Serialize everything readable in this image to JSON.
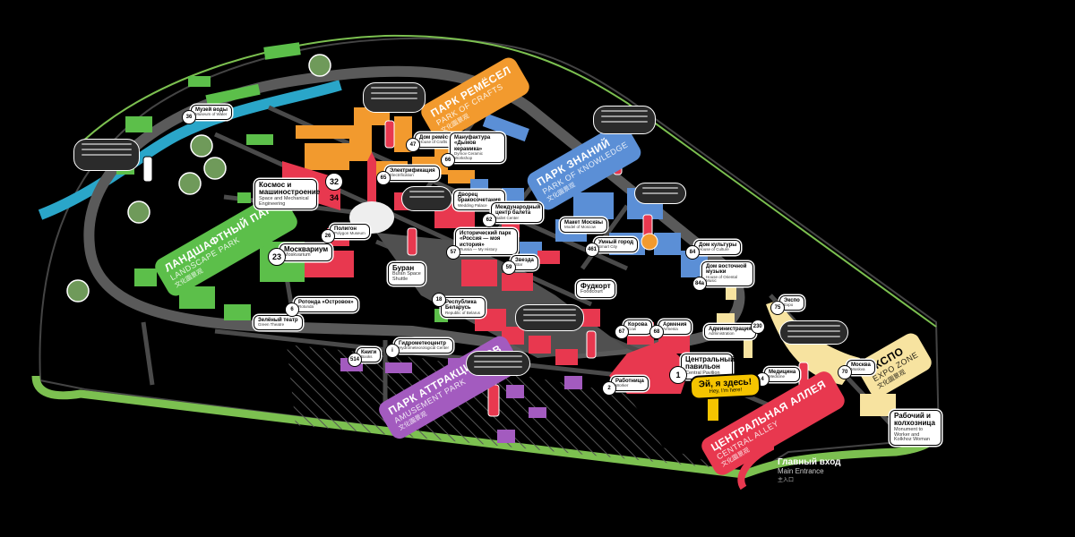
{
  "map": {
    "colors": {
      "landscape": "#5cbf4a",
      "crafts": "#f29a2e",
      "knowledge": "#5b8fd6",
      "amusement": "#a35bbf",
      "central": "#e8384f",
      "expo": "#f7e3a0",
      "road": "#5a5a5a",
      "water": "#2aa6c9",
      "boundary": "#7cc050"
    },
    "zones": [
      {
        "id": "landscape",
        "ru": "ЛАНДШАФТНЫЙ ПАРК",
        "en": "LANDSCAPE PARK",
        "zh": "文化園景观"
      },
      {
        "id": "crafts",
        "ru": "ПАРК РЕМЁСЕЛ",
        "en": "PARK OF CRAFTS",
        "zh": "文化園景观"
      },
      {
        "id": "knowledge",
        "ru": "ПАРК ЗНАНИЙ",
        "en": "PARK OF KNOWLEDGE",
        "zh": "文化園景观"
      },
      {
        "id": "amusement",
        "ru": "ПАРК АТТРАКЦИОНОВ",
        "en": "AMUSEMENT PARK",
        "zh": "文化園景观"
      },
      {
        "id": "central",
        "ru": "ЦЕНТРАЛЬНАЯ АЛЛЕЯ",
        "en": "CENTRAL ALLEY",
        "zh": "文化園景观"
      },
      {
        "id": "expo",
        "ru": "ЭКСПО",
        "en": "EXPO ZONE",
        "zh": "文化園景观"
      }
    ],
    "places": [
      {
        "num": "36",
        "ru": "Музей воды",
        "en": "Museum of Water"
      },
      {
        "num": "32 34",
        "ru": "Космос и машиностроение",
        "en": "Space and Mechanical Engineering"
      },
      {
        "num": "23",
        "ru": "Москвариум",
        "en": "Moskvarium"
      },
      {
        "num": "26",
        "ru": "Полигон",
        "en": "Polygon Museum"
      },
      {
        "num": "65",
        "ru": "Электрификация",
        "en": "Electrification"
      },
      {
        "num": "47",
        "ru": "Дом ремёсел",
        "en": "House of Crafts"
      },
      {
        "num": "66",
        "ru": "Мануфактура «Дымов керамика»",
        "en": "Dymov Ceramic Workshop"
      },
      {
        "num": "",
        "ru": "Буран",
        "en": "Buran Space Shuttle"
      },
      {
        "num": "57",
        "ru": "Исторический парк «Россия — моя история»",
        "en": "Russia — My History"
      },
      {
        "num": "",
        "ru": "Дворец бракосочетания",
        "en": "Wedding Palace"
      },
      {
        "num": "62",
        "ru": "Международный центр балета",
        "en": "Ballet Center"
      },
      {
        "num": "",
        "ru": "Макет Москвы",
        "en": "Model of Moscow"
      },
      {
        "num": "461",
        "ru": "Умный город",
        "en": "Smart City"
      },
      {
        "num": "84",
        "ru": "Дом культуры",
        "en": "House of Culture"
      },
      {
        "num": "84a",
        "ru": "Дом восточной музыки",
        "en": "House of Oriental Music"
      },
      {
        "num": "",
        "ru": "Фудкорт",
        "en": "Foodcourt"
      },
      {
        "num": "67",
        "ru": "Корова",
        "en": "Cow"
      },
      {
        "num": "68",
        "ru": "Армения",
        "en": "Armenia"
      },
      {
        "num": "1",
        "ru": "Центральный павильон",
        "en": "Central Pavilion"
      },
      {
        "num": "2",
        "ru": "Работница",
        "en": "Worker"
      },
      {
        "num": "230",
        "ru": "Администрация",
        "en": "Administration"
      },
      {
        "num": "75",
        "ru": "Экспо",
        "en": "Expo"
      },
      {
        "num": "70",
        "ru": "Москва",
        "en": "Moskva"
      },
      {
        "num": "4",
        "ru": "Медицина",
        "en": "Medicine"
      },
      {
        "num": "",
        "ru": "Рабочий и колхозница",
        "en": "Monument to Worker and Kolkhoz Woman"
      },
      {
        "num": "18",
        "ru": "Республика Беларусь",
        "en": "Republic of Belarus"
      },
      {
        "num": "i",
        "ru": "Гидрометеоцентр",
        "en": "Hydrometeorological Center"
      },
      {
        "num": "514",
        "ru": "Книги",
        "en": "Books"
      },
      {
        "num": "",
        "ru": "Зелёный театр",
        "en": "Green Theatre"
      },
      {
        "num": "6",
        "ru": "Ротонда «Островок»",
        "en": "Rotunda"
      },
      {
        "num": "59",
        "ru": "Звезда",
        "en": "Star"
      }
    ],
    "hey": {
      "ru": "Эй, я здесь!",
      "en": "Hey, I'm here!"
    },
    "entrance": {
      "ru": "Главный вход",
      "en": "Main Entrance",
      "zh": "主入口"
    }
  }
}
